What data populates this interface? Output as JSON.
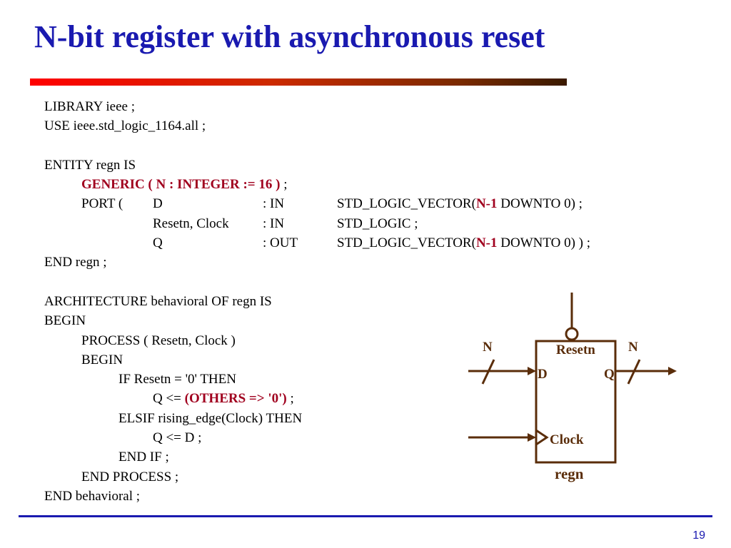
{
  "slide": {
    "title": "N-bit register with asynchronous reset",
    "page_number": "19"
  },
  "code": {
    "l1": "LIBRARY ieee ;",
    "l2": "USE ieee.std_logic_1164.all ;",
    "l3": "ENTITY regn IS",
    "generic_kw": "GENERIC ( N : INTEGER := 16 )",
    "generic_tail": " ;",
    "port_open": "PORT (",
    "port1_name": "D",
    "port1_dir": ": IN",
    "port1_type_a": "STD_LOGIC_VECTOR(",
    "port1_type_hl": "N-1",
    "port1_type_b": " DOWNTO 0) ;",
    "port2_name": "Resetn, Clock",
    "port2_dir": ": IN",
    "port2_type": "STD_LOGIC ;",
    "port3_name": "Q",
    "port3_dir": ": OUT",
    "port3_type_a": "STD_LOGIC_VECTOR(",
    "port3_type_hl": "N-1",
    "port3_type_b": " DOWNTO 0) ) ;",
    "end_entity": "END regn ;",
    "arch": "ARCHITECTURE behavioral OF regn IS",
    "begin1": "BEGIN",
    "process": "PROCESS ( Resetn, Clock )",
    "begin2": "BEGIN",
    "if_line": "IF Resetn = '0' THEN",
    "assign1_a": "Q <= ",
    "assign1_hl": "(OTHERS => '0')",
    "assign1_b": " ;",
    "elsif_line": "ELSIF rising_edge(Clock) THEN",
    "assign2": "Q <= D ;",
    "end_if": "END IF ;",
    "end_process": "END PROCESS ;",
    "end_arch": "END behavioral ;"
  },
  "diagram": {
    "label_n_left": "N",
    "label_n_right": "N",
    "label_resetn": "Resetn",
    "label_d": "D",
    "label_q": "Q",
    "label_clock": "Clock",
    "label_block": "regn"
  },
  "colors": {
    "title": "#1a1ab0",
    "highlight": "#a0001e",
    "diagram": "#5a2d0a"
  }
}
